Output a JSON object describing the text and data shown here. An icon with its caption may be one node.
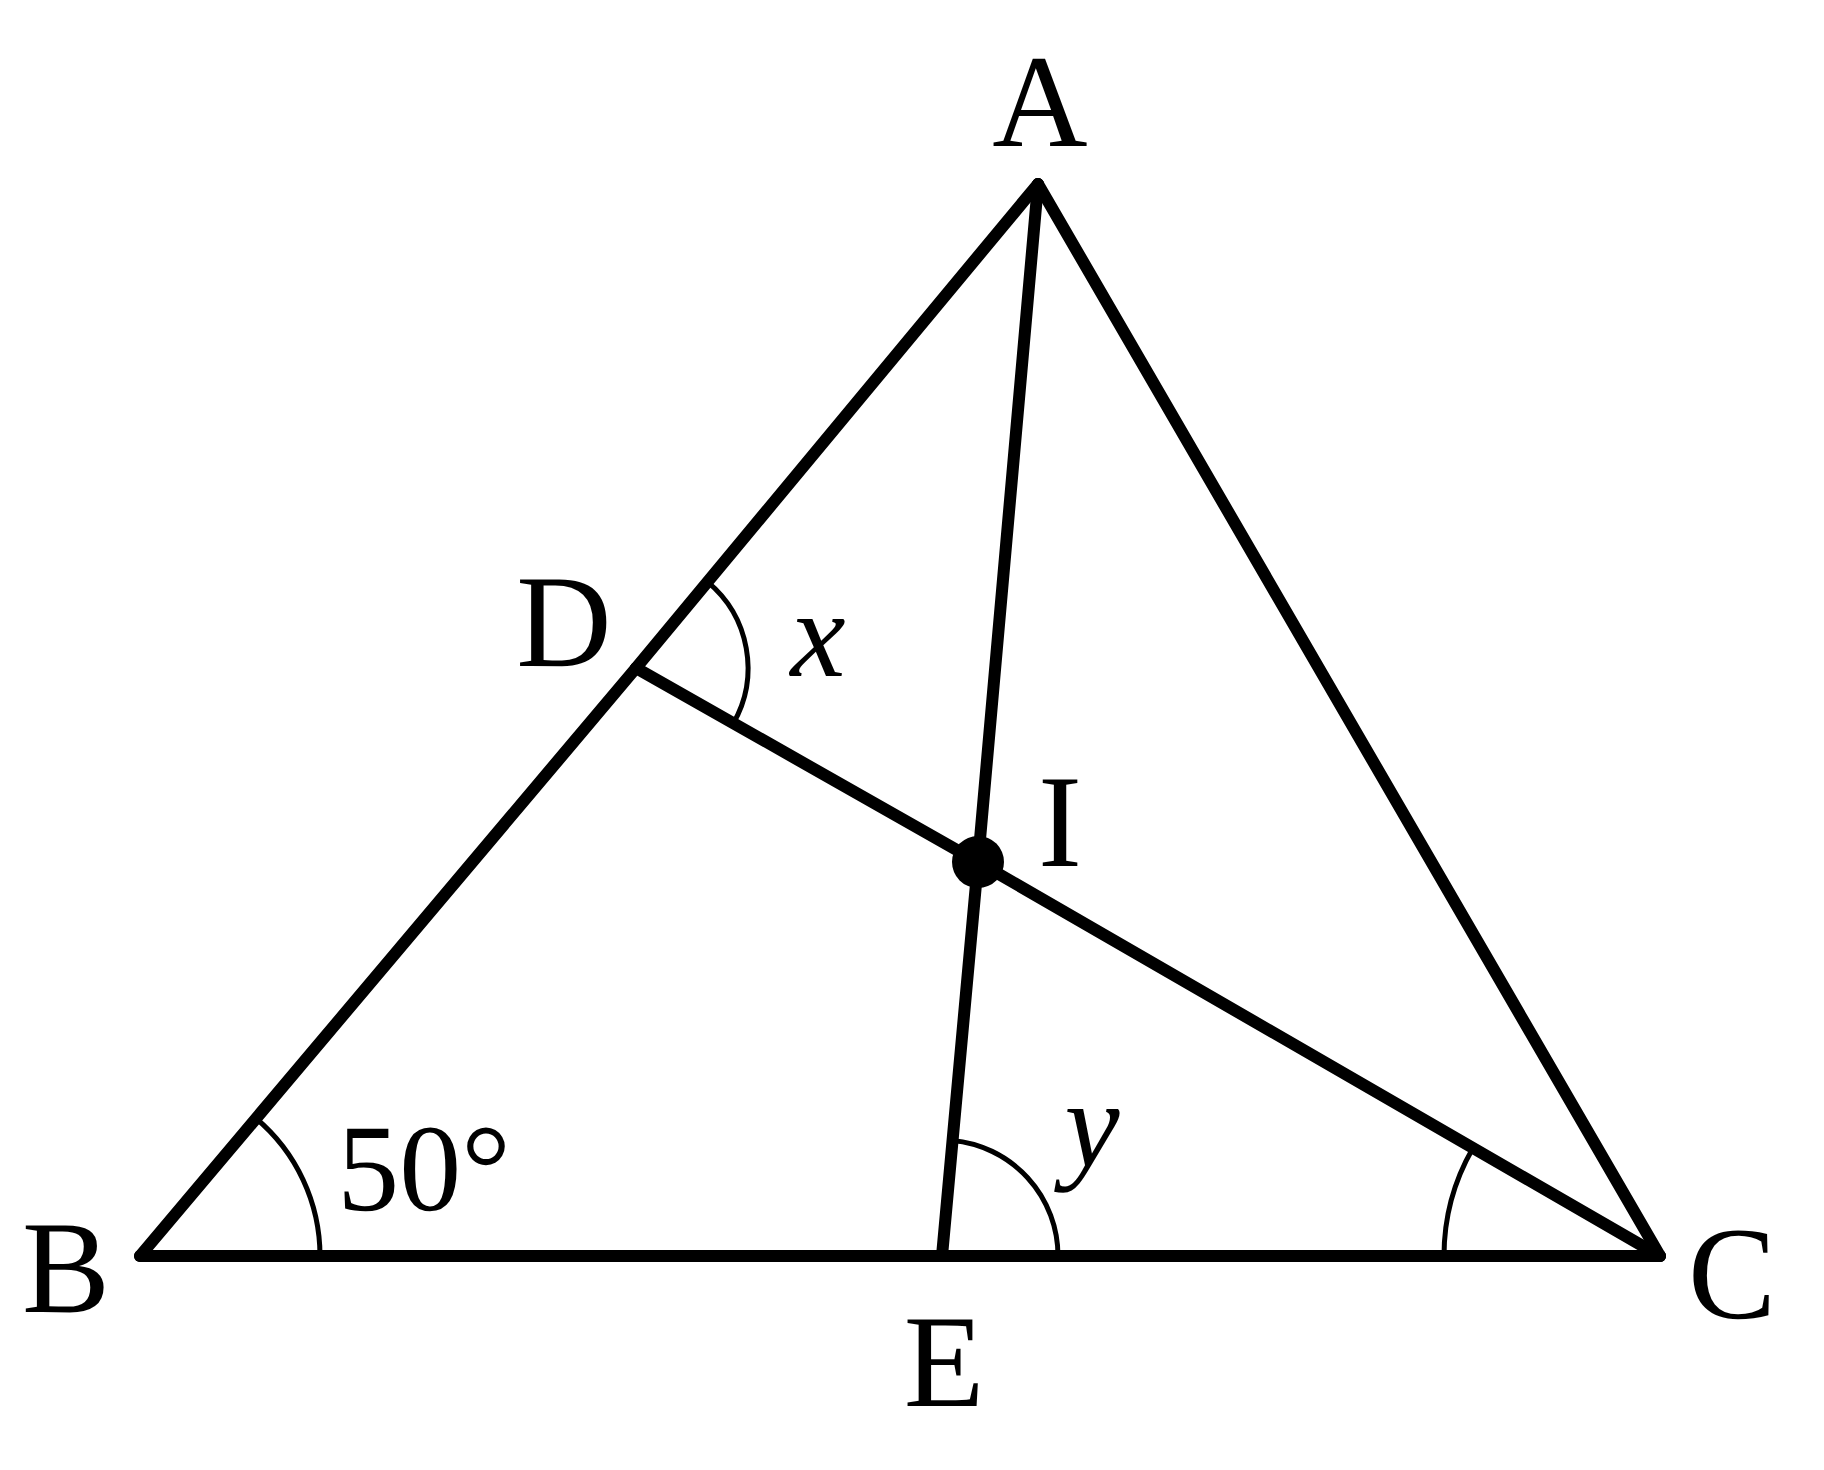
{
  "diagram": {
    "nodes": [
      {
        "text": [
          "A"
        ]
      },
      {
        "text": [
          "B"
        ]
      },
      {
        "text": [
          "C"
        ]
      },
      {
        "text": [
          "D"
        ]
      },
      {
        "text": [
          "E"
        ]
      },
      {
        "text": [
          "I"
        ]
      }
    ],
    "edges": [
      {
        "from": 0,
        "to": 3,
        "arrow": "none"
      },
      {
        "from": 3,
        "to": 1,
        "arrow": "none"
      },
      {
        "from": 1,
        "to": 4,
        "arrow": "none"
      },
      {
        "from": 4,
        "to": 2,
        "arrow": "none"
      },
      {
        "from": 2,
        "to": 0,
        "arrow": "none"
      },
      {
        "from": 0,
        "to": 5,
        "arrow": "none"
      },
      {
        "from": 5,
        "to": 4,
        "arrow": "none"
      },
      {
        "from": 3,
        "to": 5,
        "arrow": "none"
      },
      {
        "from": 5,
        "to": 2,
        "arrow": "none"
      }
    ],
    "labels": [
      "x",
      "50°",
      "y"
    ]
  }
}
